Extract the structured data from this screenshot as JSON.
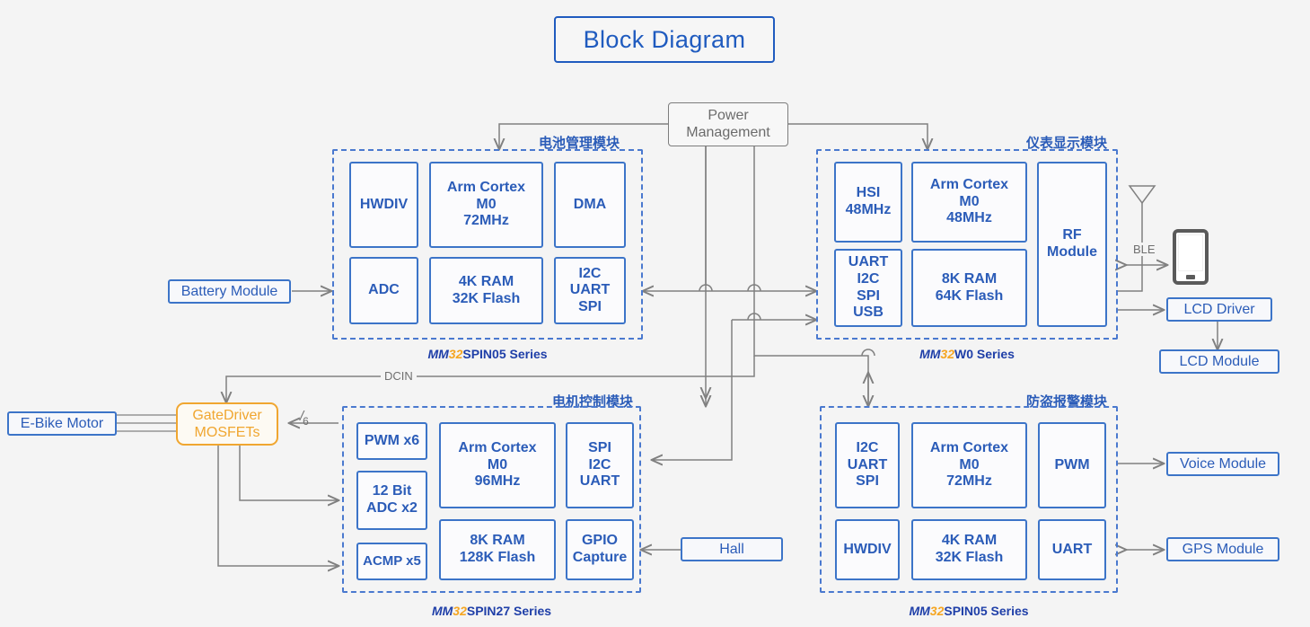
{
  "title": "Block Diagram",
  "colors": {
    "blue": "#2b5cb8",
    "blue_border": "#3c74c8",
    "dashed_blue": "#4a79cf",
    "orange": "#f0a630",
    "series_orange": "#f5a623",
    "gray_wire": "#808080",
    "background": "#f4f4f4"
  },
  "power": {
    "line1": "Power",
    "line2": "Management"
  },
  "left_side": {
    "battery_module": "Battery Module",
    "ebike_motor": "E-Bike Motor",
    "gate_driver": {
      "line1": "GateDriver",
      "line2": "MOSFETs"
    }
  },
  "right_side": {
    "ble_label": "BLE",
    "lcd_driver": "LCD Driver",
    "lcd_module": "LCD Module",
    "voice_module": "Voice Module",
    "gps_module": "GPS Module"
  },
  "wire_labels": {
    "dcin": "DCIN",
    "phase_count": "6",
    "slash": "/"
  },
  "hall": "Hall",
  "modules": [
    {
      "id": "battery-management",
      "cn_label": "电池管理模块",
      "series": {
        "mm": "MM",
        "n32": "32",
        "rest": "SPIN05 Series"
      },
      "blocks": [
        {
          "id": "hwdiv",
          "lines": [
            "HWDIV"
          ]
        },
        {
          "id": "cpu",
          "lines": [
            "Arm Cortex",
            "M0",
            "72MHz"
          ]
        },
        {
          "id": "dma",
          "lines": [
            "DMA"
          ]
        },
        {
          "id": "adc",
          "lines": [
            "ADC"
          ]
        },
        {
          "id": "memory",
          "lines": [
            "4K RAM",
            "32K Flash"
          ]
        },
        {
          "id": "comms",
          "lines": [
            "I2C",
            "UART",
            "SPI"
          ]
        }
      ]
    },
    {
      "id": "instrument-display",
      "cn_label": "仪表显示模块",
      "series": {
        "mm": "MM",
        "n32": "32",
        "rest": "W0 Series"
      },
      "blocks": [
        {
          "id": "hsi",
          "lines": [
            "HSI",
            "48MHz"
          ]
        },
        {
          "id": "cpu",
          "lines": [
            "Arm Cortex",
            "M0",
            "48MHz"
          ]
        },
        {
          "id": "rf",
          "lines": [
            "RF",
            "Module"
          ]
        },
        {
          "id": "comms",
          "lines": [
            "UART",
            "I2C",
            "SPI",
            "USB"
          ]
        },
        {
          "id": "memory",
          "lines": [
            "8K RAM",
            "64K Flash"
          ]
        }
      ]
    },
    {
      "id": "motor-control",
      "cn_label": "电机控制模块",
      "series": {
        "mm": "MM",
        "n32": "32",
        "rest": "SPIN27 Series"
      },
      "blocks": [
        {
          "id": "pwm",
          "lines": [
            "PWM x6"
          ]
        },
        {
          "id": "adc",
          "lines": [
            "12 Bit",
            "ADC x2"
          ]
        },
        {
          "id": "acmp",
          "lines": [
            "ACMP x5"
          ]
        },
        {
          "id": "cpu",
          "lines": [
            "Arm Cortex",
            "M0",
            "96MHz"
          ]
        },
        {
          "id": "memory",
          "lines": [
            "8K RAM",
            "128K Flash"
          ]
        },
        {
          "id": "comms",
          "lines": [
            "SPI",
            "I2C",
            "UART"
          ]
        },
        {
          "id": "gpio",
          "lines": [
            "GPIO",
            "Capture"
          ]
        }
      ]
    },
    {
      "id": "anti-theft-alarm",
      "cn_label": "防盗报警模块",
      "series": {
        "mm": "MM",
        "n32": "32",
        "rest": "SPIN05 Series"
      },
      "blocks": [
        {
          "id": "comms",
          "lines": [
            "I2C",
            "UART",
            "SPI"
          ]
        },
        {
          "id": "cpu",
          "lines": [
            "Arm Cortex",
            "M0",
            "72MHz"
          ]
        },
        {
          "id": "pwm",
          "lines": [
            "PWM"
          ]
        },
        {
          "id": "hwdiv",
          "lines": [
            "HWDIV"
          ]
        },
        {
          "id": "memory",
          "lines": [
            "4K RAM",
            "32K Flash"
          ]
        },
        {
          "id": "uart",
          "lines": [
            "UART"
          ]
        }
      ]
    }
  ]
}
